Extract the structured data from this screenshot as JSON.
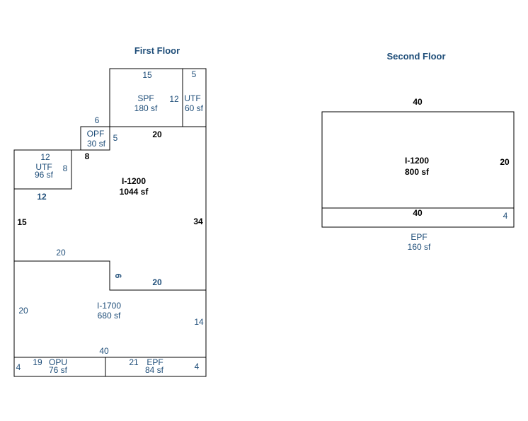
{
  "first_floor": {
    "title": "First Floor",
    "spf": {
      "top": "15",
      "code": "SPF",
      "area": "180 sf"
    },
    "utf_right": {
      "top": "5",
      "left": "12",
      "code": "UTF",
      "area": "60 sf"
    },
    "opf": {
      "top": "6",
      "right": "5",
      "code": "OPF",
      "area": "30 sf"
    },
    "utf_left": {
      "top": "12",
      "right": "8",
      "code": "UTF",
      "area": "96 sf",
      "bottom": "12"
    },
    "main": {
      "code": "I-1200",
      "area": "1044 sf",
      "top": "20",
      "right": "34",
      "left": "15",
      "step": "8",
      "bottom_left": "20",
      "notch_v": "6",
      "notch_h": "20"
    },
    "lower": {
      "code": "I-1700",
      "area": "680 sf",
      "left": "20",
      "right": "14",
      "bottom": "40"
    },
    "opu": {
      "left": "4",
      "dim": "19",
      "code": "OPU",
      "area": "76 sf"
    },
    "epf": {
      "dim": "21",
      "code": "EPF",
      "area": "84 sf",
      "right": "4"
    }
  },
  "second_floor": {
    "title": "Second Floor",
    "main": {
      "code": "I-1200",
      "area": "800 sf",
      "top": "40",
      "right": "20"
    },
    "epf": {
      "top": "40",
      "right": "4",
      "code": "EPF",
      "area": "160 sf"
    }
  }
}
